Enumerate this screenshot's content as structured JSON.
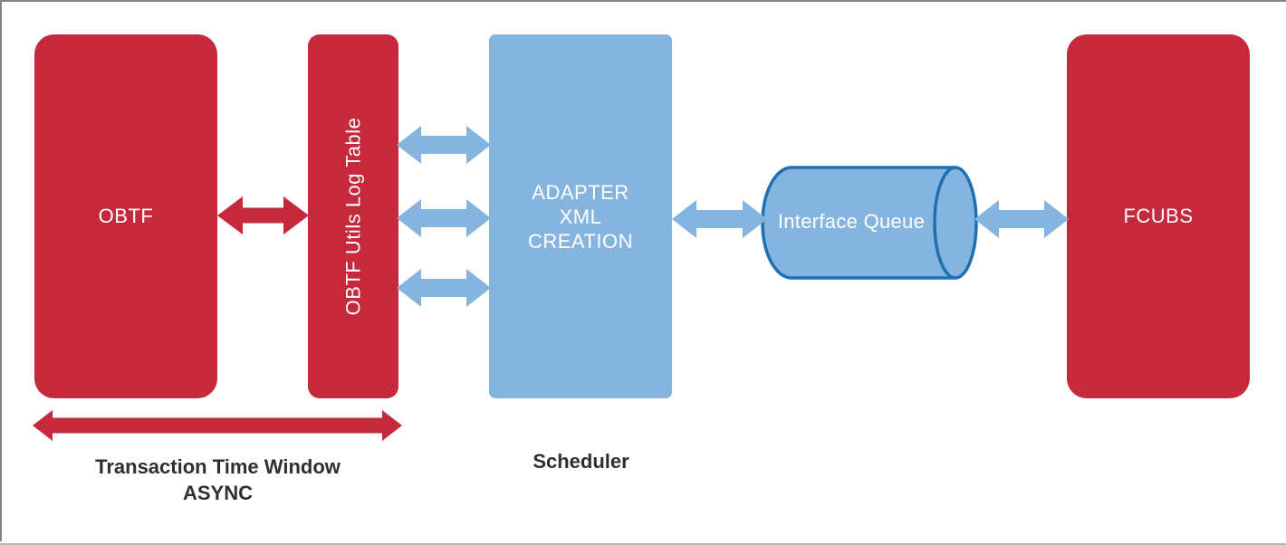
{
  "nodes": {
    "obtf": {
      "label": "OBTF"
    },
    "log_table": {
      "label": "OBTF Utils Log Table"
    },
    "adapter": {
      "line1": "ADAPTER",
      "line2": "XML",
      "line3": "CREATION"
    },
    "queue": {
      "label": "Interface Queue"
    },
    "fcubs": {
      "label": "FCUBS"
    }
  },
  "annotations": {
    "transaction_window": {
      "line1": "Transaction Time Window",
      "line2": "ASYNC"
    },
    "scheduler": "Scheduler"
  },
  "connections": [
    {
      "from": "OBTF",
      "to": "OBTF Utils Log Table",
      "type": "bidirectional-arrow",
      "color": "#C5293B"
    },
    {
      "from": "OBTF Utils Log Table",
      "to": "ADAPTER XML CREATION",
      "type": "bidirectional-arrow",
      "color": "#85B4DE",
      "count": 3
    },
    {
      "from": "ADAPTER XML CREATION",
      "to": "Interface Queue",
      "type": "bidirectional-arrow",
      "color": "#85B4DE"
    },
    {
      "from": "Interface Queue",
      "to": "FCUBS",
      "type": "bidirectional-arrow",
      "color": "#85B4DE"
    },
    {
      "span": "Transaction Time Window ASYNC",
      "type": "bidirectional-arrow",
      "color": "#C5293B"
    }
  ],
  "colors": {
    "node_red": "#C5293B",
    "node_blue": "#85B4DE",
    "queue_stroke": "#1D70B3",
    "node_text": "#FFFFFF",
    "caption_text": "#2F2F2F",
    "frame_border": "#848484",
    "background": "#FFFFFF"
  }
}
